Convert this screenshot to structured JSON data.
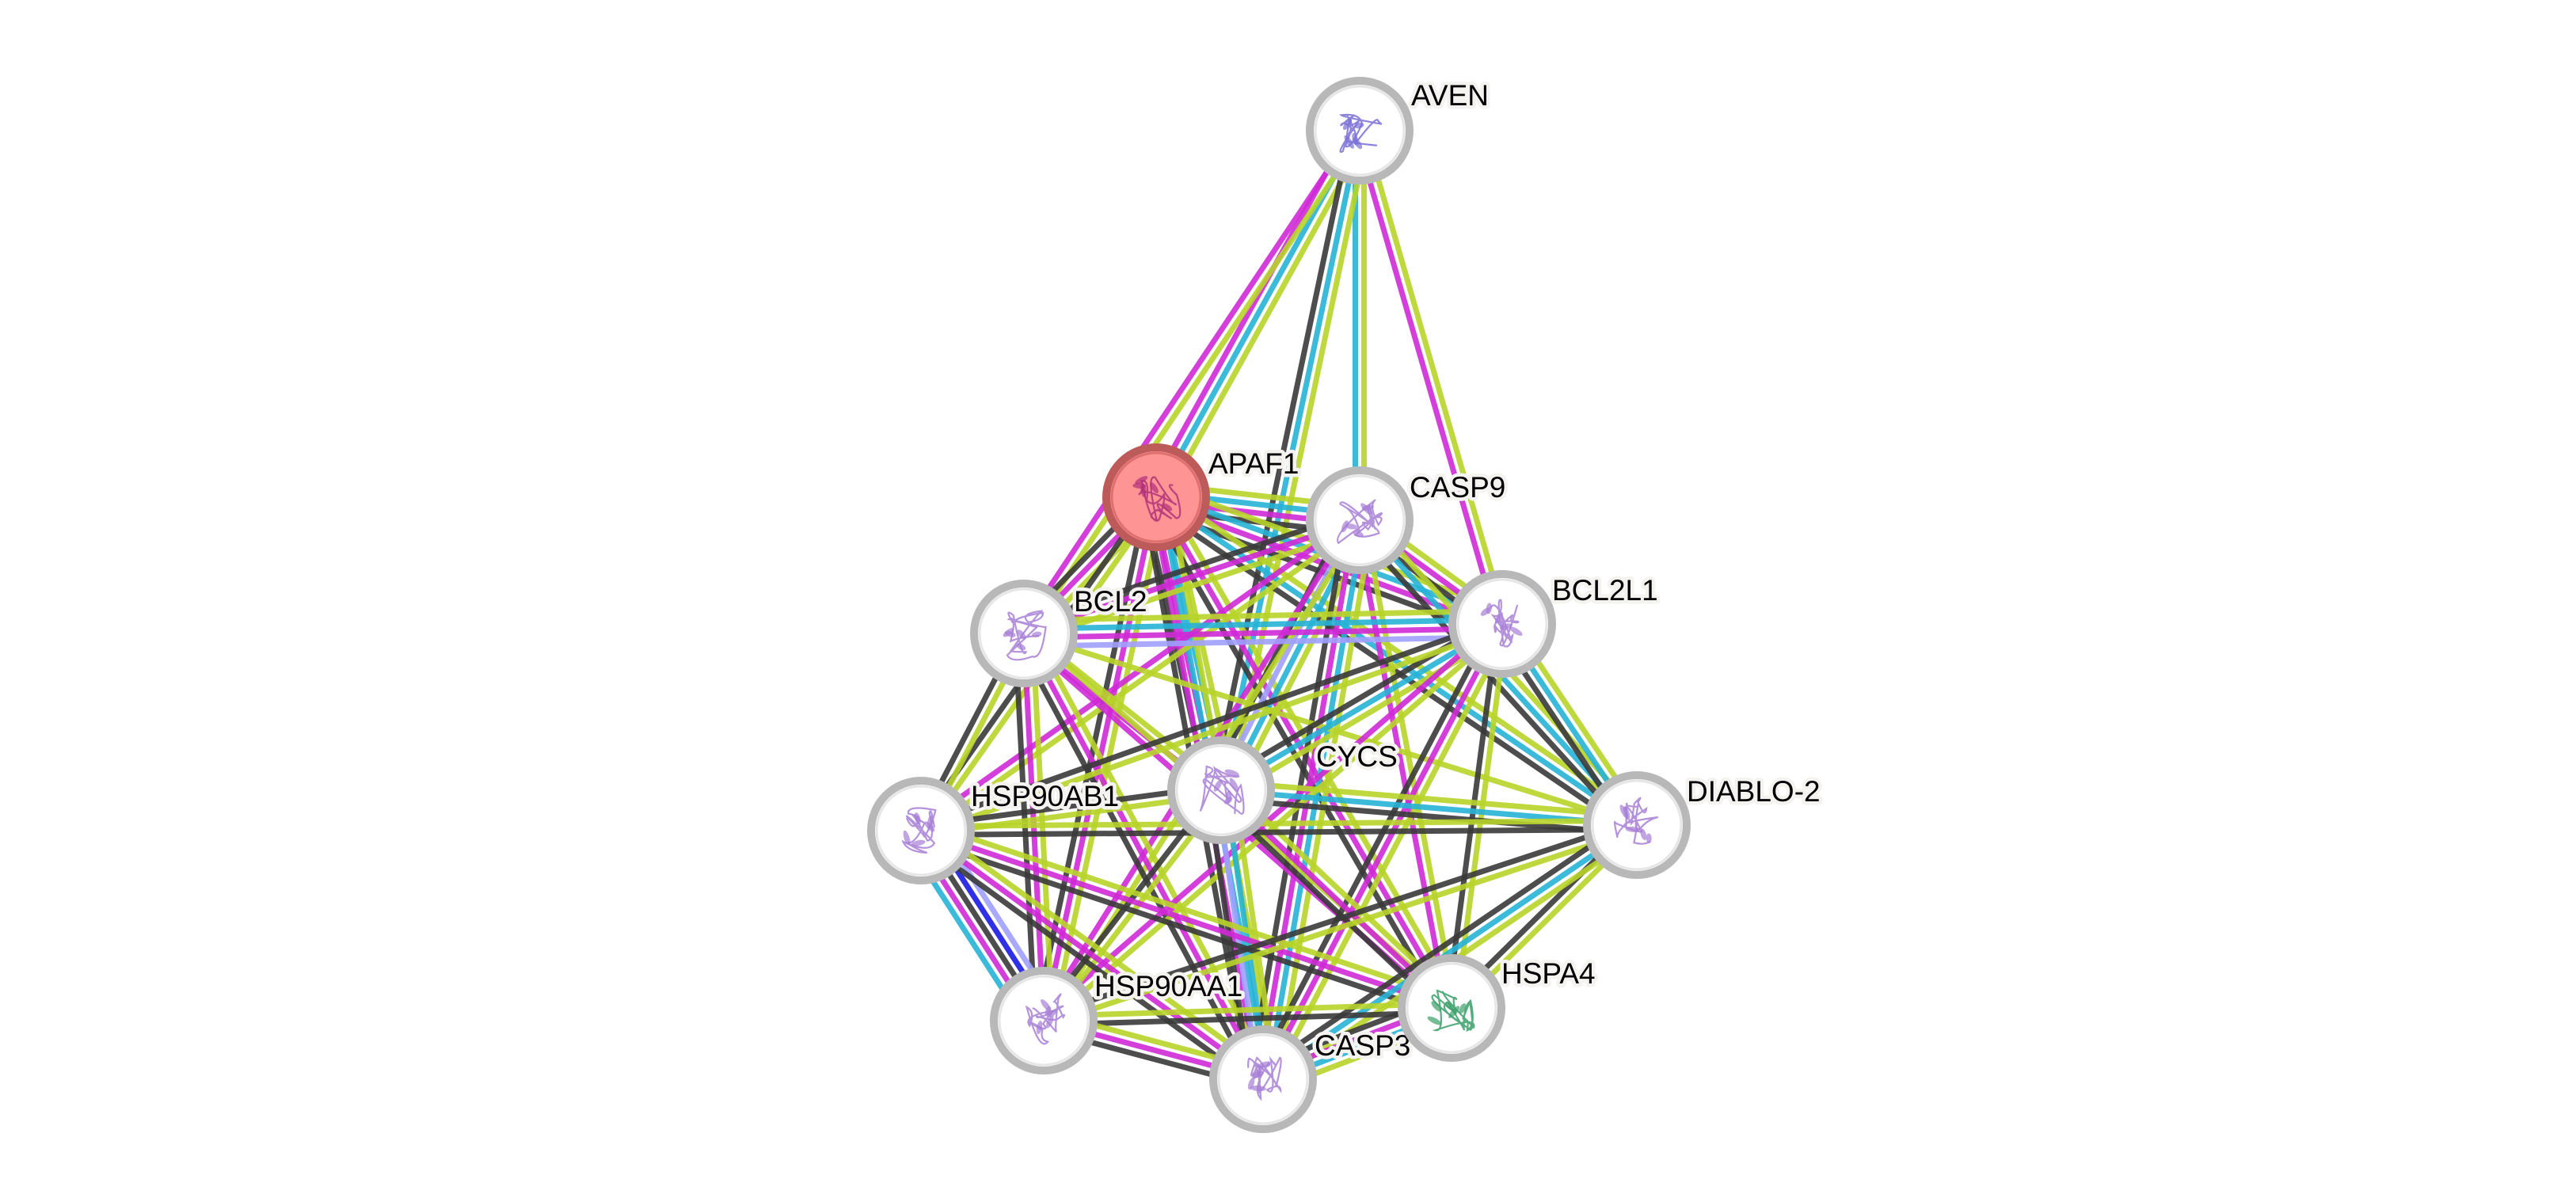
{
  "network": {
    "type": "protein-interaction-network",
    "query_protein": "APAF1",
    "nodes": [
      {
        "id": "AVEN",
        "label": "AVEN",
        "query": false,
        "structure_color": "#7a6fd6"
      },
      {
        "id": "APAF1",
        "label": "APAF1",
        "query": true,
        "structure_color": "#b0307a"
      },
      {
        "id": "CASP9",
        "label": "CASP9",
        "query": false,
        "structure_color": "#a77fd6"
      },
      {
        "id": "BCL2L1",
        "label": "BCL2L1",
        "query": false,
        "structure_color": "#a77fd6"
      },
      {
        "id": "BCL2",
        "label": "BCL2",
        "query": false,
        "structure_color": "#a77fd6"
      },
      {
        "id": "CYCS",
        "label": "CYCS",
        "query": false,
        "structure_color": "#a77fd6"
      },
      {
        "id": "HSP90AB1",
        "label": "HSP90AB1",
        "query": false,
        "structure_color": "#a77fd6"
      },
      {
        "id": "DIABLO-2",
        "label": "DIABLO-2",
        "query": false,
        "structure_color": "#a77fd6"
      },
      {
        "id": "HSP90AA1",
        "label": "HSP90AA1",
        "query": false,
        "structure_color": "#a77fd6"
      },
      {
        "id": "HSPA4",
        "label": "HSPA4",
        "query": false,
        "structure_color": "#3b9f6a"
      },
      {
        "id": "CASP3",
        "label": "CASP3",
        "query": false,
        "structure_color": "#a77fd6"
      }
    ],
    "evidence_colors": {
      "textmining": "#b8d42a",
      "database": "#27b3d6",
      "experiments": "#d02ad6",
      "coexpression": "#3a3a3a",
      "homology": "#a0a0ff",
      "cooccurrence": "#1a1ae6"
    },
    "edges": [
      {
        "a": "AVEN",
        "b": "APAF1",
        "evidence": [
          "textmining",
          "database",
          "experiments"
        ]
      },
      {
        "a": "AVEN",
        "b": "BCL2",
        "evidence": [
          "textmining",
          "experiments"
        ]
      },
      {
        "a": "AVEN",
        "b": "CASP9",
        "evidence": [
          "textmining",
          "database"
        ]
      },
      {
        "a": "AVEN",
        "b": "CYCS",
        "evidence": [
          "textmining",
          "database",
          "coexpression"
        ]
      },
      {
        "a": "AVEN",
        "b": "BCL2L1",
        "evidence": [
          "textmining",
          "experiments"
        ]
      },
      {
        "a": "APAF1",
        "b": "CASP9",
        "evidence": [
          "textmining",
          "database",
          "experiments",
          "coexpression"
        ]
      },
      {
        "a": "APAF1",
        "b": "BCL2",
        "evidence": [
          "textmining",
          "experiments",
          "coexpression"
        ]
      },
      {
        "a": "APAF1",
        "b": "BCL2L1",
        "evidence": [
          "textmining",
          "database",
          "experiments",
          "coexpression"
        ]
      },
      {
        "a": "APAF1",
        "b": "CYCS",
        "evidence": [
          "textmining",
          "database",
          "experiments",
          "coexpression"
        ]
      },
      {
        "a": "APAF1",
        "b": "HSP90AB1",
        "evidence": [
          "textmining",
          "coexpression"
        ]
      },
      {
        "a": "APAF1",
        "b": "DIABLO-2",
        "evidence": [
          "textmining",
          "database",
          "coexpression"
        ]
      },
      {
        "a": "APAF1",
        "b": "HSP90AA1",
        "evidence": [
          "textmining",
          "experiments",
          "coexpression"
        ]
      },
      {
        "a": "APAF1",
        "b": "HSPA4",
        "evidence": [
          "textmining",
          "experiments",
          "coexpression"
        ]
      },
      {
        "a": "APAF1",
        "b": "CASP3",
        "evidence": [
          "textmining",
          "database",
          "experiments",
          "coexpression"
        ]
      },
      {
        "a": "CASP9",
        "b": "BCL2",
        "evidence": [
          "textmining",
          "experiments",
          "coexpression"
        ]
      },
      {
        "a": "CASP9",
        "b": "BCL2L1",
        "evidence": [
          "textmining",
          "experiments",
          "coexpression"
        ]
      },
      {
        "a": "CASP9",
        "b": "CYCS",
        "evidence": [
          "textmining",
          "database",
          "homology",
          "coexpression"
        ]
      },
      {
        "a": "CASP9",
        "b": "HSP90AB1",
        "evidence": [
          "textmining",
          "experiments"
        ]
      },
      {
        "a": "CASP9",
        "b": "DIABLO-2",
        "evidence": [
          "textmining",
          "database",
          "coexpression"
        ]
      },
      {
        "a": "CASP9",
        "b": "HSP90AA1",
        "evidence": [
          "textmining",
          "experiments"
        ]
      },
      {
        "a": "CASP9",
        "b": "HSPA4",
        "evidence": [
          "textmining",
          "experiments"
        ]
      },
      {
        "a": "CASP9",
        "b": "CASP3",
        "evidence": [
          "textmining",
          "database",
          "experiments",
          "coexpression"
        ]
      },
      {
        "a": "BCL2",
        "b": "BCL2L1",
        "evidence": [
          "textmining",
          "database",
          "experiments",
          "homology"
        ]
      },
      {
        "a": "BCL2",
        "b": "CYCS",
        "evidence": [
          "textmining",
          "experiments"
        ]
      },
      {
        "a": "BCL2",
        "b": "HSP90AB1",
        "evidence": [
          "textmining",
          "coexpression"
        ]
      },
      {
        "a": "BCL2",
        "b": "DIABLO-2",
        "evidence": [
          "textmining"
        ]
      },
      {
        "a": "BCL2",
        "b": "HSP90AA1",
        "evidence": [
          "textmining",
          "experiments",
          "coexpression"
        ]
      },
      {
        "a": "BCL2",
        "b": "HSPA4",
        "evidence": [
          "textmining",
          "experiments"
        ]
      },
      {
        "a": "BCL2",
        "b": "CASP3",
        "evidence": [
          "textmining",
          "experiments",
          "coexpression"
        ]
      },
      {
        "a": "BCL2L1",
        "b": "CYCS",
        "evidence": [
          "textmining",
          "database",
          "coexpression"
        ]
      },
      {
        "a": "BCL2L1",
        "b": "HSP90AB1",
        "evidence": [
          "textmining",
          "coexpression"
        ]
      },
      {
        "a": "BCL2L1",
        "b": "DIABLO-2",
        "evidence": [
          "textmining",
          "database",
          "coexpression"
        ]
      },
      {
        "a": "BCL2L1",
        "b": "HSP90AA1",
        "evidence": [
          "textmining",
          "experiments"
        ]
      },
      {
        "a": "BCL2L1",
        "b": "HSPA4",
        "evidence": [
          "textmining",
          "coexpression"
        ]
      },
      {
        "a": "BCL2L1",
        "b": "CASP3",
        "evidence": [
          "textmining",
          "experiments",
          "coexpression"
        ]
      },
      {
        "a": "CYCS",
        "b": "HSP90AB1",
        "evidence": [
          "textmining",
          "coexpression"
        ]
      },
      {
        "a": "CYCS",
        "b": "DIABLO-2",
        "evidence": [
          "textmining",
          "database",
          "coexpression"
        ]
      },
      {
        "a": "CYCS",
        "b": "HSP90AA1",
        "evidence": [
          "textmining",
          "coexpression"
        ]
      },
      {
        "a": "CYCS",
        "b": "HSPA4",
        "evidence": [
          "textmining",
          "experiments",
          "coexpression"
        ]
      },
      {
        "a": "CYCS",
        "b": "CASP3",
        "evidence": [
          "textmining",
          "database",
          "homology",
          "coexpression"
        ]
      },
      {
        "a": "HSP90AB1",
        "b": "DIABLO-2",
        "evidence": [
          "textmining",
          "coexpression"
        ]
      },
      {
        "a": "HSP90AB1",
        "b": "HSP90AA1",
        "evidence": [
          "homology",
          "cooccurrence",
          "coexpression",
          "experiments",
          "database"
        ]
      },
      {
        "a": "HSP90AB1",
        "b": "HSPA4",
        "evidence": [
          "textmining",
          "experiments",
          "coexpression"
        ]
      },
      {
        "a": "HSP90AB1",
        "b": "CASP3",
        "evidence": [
          "textmining",
          "experiments",
          "coexpression"
        ]
      },
      {
        "a": "DIABLO-2",
        "b": "HSP90AA1",
        "evidence": [
          "textmining",
          "coexpression"
        ]
      },
      {
        "a": "DIABLO-2",
        "b": "HSPA4",
        "evidence": [
          "textmining",
          "coexpression"
        ]
      },
      {
        "a": "DIABLO-2",
        "b": "CASP3",
        "evidence": [
          "textmining",
          "database",
          "coexpression"
        ]
      },
      {
        "a": "HSP90AA1",
        "b": "HSPA4",
        "evidence": [
          "textmining",
          "coexpression"
        ]
      },
      {
        "a": "HSP90AA1",
        "b": "CASP3",
        "evidence": [
          "textmining",
          "experiments",
          "coexpression"
        ]
      },
      {
        "a": "HSPA4",
        "b": "CASP3",
        "evidence": [
          "textmining",
          "database",
          "experiments",
          "coexpression"
        ]
      }
    ]
  }
}
